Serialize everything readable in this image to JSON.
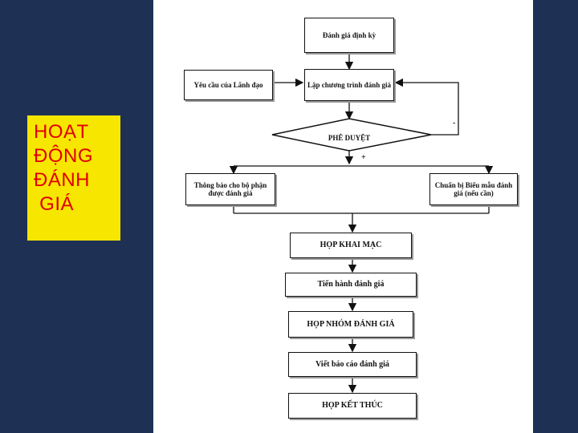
{
  "title": {
    "lines": [
      "HOẠT",
      "ĐỘNG",
      "ĐÁNH",
      " GIÁ"
    ]
  },
  "flowchart": {
    "periodic": "Đánh giá định kỳ",
    "leader_request": "Yêu cầu của Lãnh đạo",
    "plan": "Lập chương trình đánh giá",
    "approve": "PHÊ DUYỆT",
    "notify": "Thông báo cho bộ phận được đánh giá",
    "prepare_forms": "Chuẩn bị Biểu mẫu đánh giá (nếu cần)",
    "opening": "HỌP KHAI MẠC",
    "conduct": "Tiến hành đánh giá",
    "team_meeting": "HỌP NHÓM ĐÁNH GIÁ",
    "report": "Viết báo cáo đánh giá",
    "closing": "HỌP KẾT THÚC",
    "minus_sign": "-",
    "plus_sign": "+"
  },
  "colors": {
    "background": "#1e3154",
    "title_bg": "#f7e600",
    "title_text": "#e00000"
  }
}
